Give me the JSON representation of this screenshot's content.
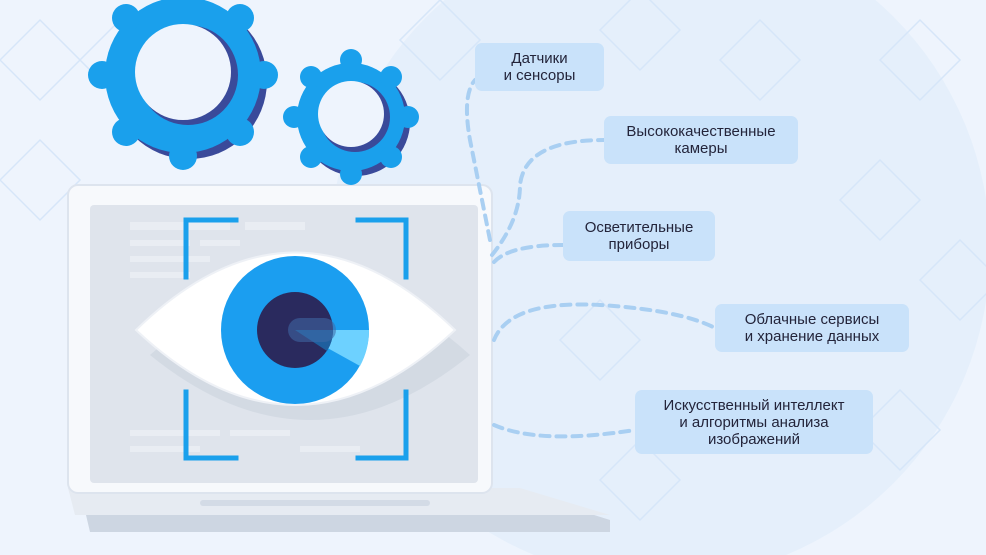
{
  "labels": {
    "sensors": [
      "Датчики",
      "и сенсоры"
    ],
    "cameras": [
      "Высококачественные",
      "камеры"
    ],
    "lighting": [
      "Осветительные",
      "приборы"
    ],
    "cloud": [
      "Облачные сервисы",
      "и хранение данных"
    ],
    "ai": [
      "Искусственный интеллект",
      "и алгоритмы анализа",
      "изображений"
    ]
  },
  "colors": {
    "background": "#eef4fd",
    "gear": "#1aa0ec",
    "gear_shadow": "#3a4a9a",
    "label_fill": "#c9e2fa",
    "connector": "#a9cff2",
    "iris": "#1b9ef0",
    "pupil": "#2a2a5e",
    "frame": "#1aa0ec"
  }
}
